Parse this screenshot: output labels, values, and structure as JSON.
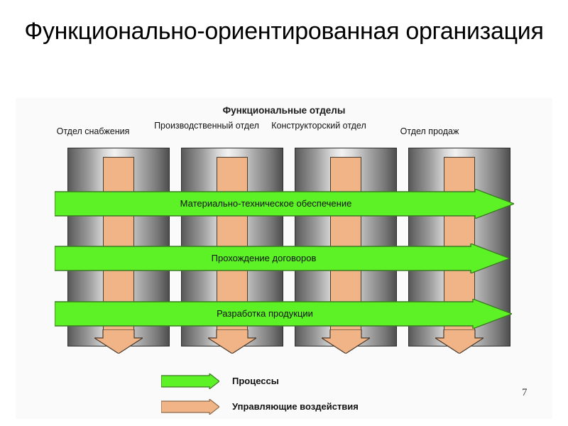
{
  "slide": {
    "title": "Функционально-ориентированная организация",
    "page_number": "7"
  },
  "diagram": {
    "caption": "Функциональные отделы",
    "columns": [
      {
        "label": "Отдел снабжения"
      },
      {
        "label": "Производственный отдел"
      },
      {
        "label": "Конструкторский отдел"
      },
      {
        "label": "Отдел продаж"
      }
    ],
    "processes": [
      {
        "label": "Материально-техническое обеспечение"
      },
      {
        "label": "Прохождение договоров"
      },
      {
        "label": "Разработка продукции"
      }
    ],
    "colors": {
      "process_arrow": "#5CF226",
      "process_arrow_border": "#3C7A22",
      "control_bar": "#F0B486",
      "control_bar_border": "#4A3A2C",
      "column_dark": "#4E4E4E",
      "column_light": "#F2F2F2",
      "panel_background": "#FAFAFA"
    }
  },
  "legend": {
    "items": [
      {
        "label": "Процессы",
        "swatch": "green-arrow-icon"
      },
      {
        "label": "Управляющие воздействия",
        "swatch": "orange-arrow-icon"
      }
    ]
  }
}
